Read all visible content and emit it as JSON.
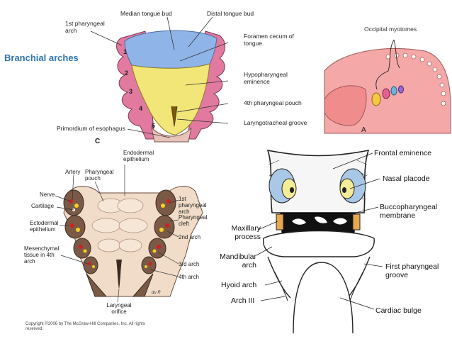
{
  "title": "Branchial arches",
  "panel_c": {
    "label_letter": "C",
    "labels": {
      "median_tongue_bud": "Median tongue bud",
      "distal_tongue_bud": "Distal tongue bud",
      "first_pharyngeal_arch": "1st pharyngeal arch",
      "foramen_cecum": "Foramen cecum of tongue",
      "hypopharyngeal_eminence": "Hypopharyngeal eminence",
      "fourth_pharyngeal_pouch": "4th pharyngeal pouch",
      "laryngotracheal_groove": "Laryngotracheal groove",
      "primordium_esophagus": "Primordium of esophagus"
    },
    "arch_numbers": [
      "1",
      "2",
      "3",
      "4",
      "6"
    ]
  },
  "panel_a": {
    "label_letter": "A",
    "occipital_myotomes": "Occipital myotomes"
  },
  "panel_bottom_left": {
    "labels": {
      "endodermal_epithelium": "Endodermal epithelium",
      "artery": "Artery",
      "pharyngeal_pouch": "Pharyngeal pouch",
      "nerve": "Nerve",
      "cartilage": "Cartilage",
      "ectodermal_epithelium": "Ectodermal epithelium",
      "mesenchymal_tissue": "Mesenchymal tissue in 4th arch",
      "first_pharyngeal_arch": "1st pharyngeal arch",
      "pharyngeal_cleft": "Pharyngeal cleft",
      "second_arch": "2nd arch",
      "third_arch": "3rd arch",
      "fourth_arch": "4th arch",
      "laryngeal_orifice": "Laryngeal orifice"
    },
    "signature": "du R",
    "copyright": "Copyright ©2006 by The McGraw-Hill Companies, Inc. All rights reserved."
  },
  "panel_face": {
    "labels": {
      "frontal_eminence": "Frontal eminence",
      "nasal_placode": "Nasal placode",
      "buccopharyngeal_membrane": "Buccopharyngeal membrane",
      "maxillary_process": "Maxillary process",
      "mandibular_arch": "Mandibular arch",
      "hyoid_arch": "Hyoid arch",
      "arch_iii": "Arch III",
      "first_pharyngeal_groove": "First pharyngeal groove",
      "cardiac_bulge": "Cardiac bulge"
    }
  },
  "colors": {
    "title_blue": "#2e74b5",
    "arch_pink": "#e27aa0",
    "tongue_blue": "#8fb4e8",
    "tongue_yellow": "#f3e678",
    "tissue_beige": "#f0dcc8",
    "tissue_brown": "#7a5a46"
  }
}
